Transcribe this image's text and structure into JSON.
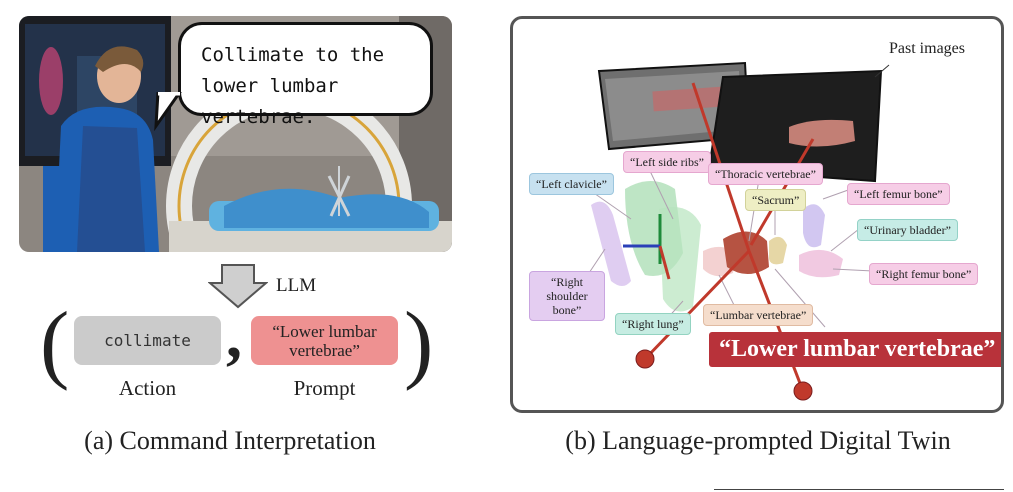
{
  "panel_a": {
    "speech": "Collimate to the lower lumbar vertebrae.",
    "llm_label": "LLM",
    "action_value": "collimate",
    "prompt_value": "“Lower lumbar vertebrae”",
    "action_label": "Action",
    "prompt_label": "Prompt",
    "caption": "(a) Command Interpretation",
    "paren_left": "(",
    "paren_right": ")",
    "comma": ","
  },
  "panel_b": {
    "past_images": "Past images",
    "labels": {
      "left_side_ribs": "“Left side ribs”",
      "thoracic_vertebrae": "“Thoracic vertebrae”",
      "left_clavicle": "“Left clavicle”",
      "sacrum": "“Sacrum”",
      "left_femur_bone": "“Left femur bone”",
      "urinary_bladder": "“Urinary bladder”",
      "right_shoulder_bone": "“Right shoulder bone”",
      "right_femur_bone": "“Right femur bone”",
      "right_lung": "“Right lung”",
      "lumbar_vertebrae": "“Lumbar vertebrae”",
      "lower_lumbar_vertebrae": "“Lower lumbar vertebrae”"
    },
    "caption": "(b) Language-prompted Digital Twin"
  },
  "colors": {
    "prompt_box": "#ee9191",
    "action_box": "#cbcbcb",
    "highlight": "#b8323a",
    "label_pink": "#f6cde6",
    "label_blue": "#c7e1f0",
    "label_yellow": "#eeeec4",
    "label_purple": "#e4cdf1",
    "label_teal": "#c6ece2",
    "label_peach": "#f5ddcc"
  }
}
